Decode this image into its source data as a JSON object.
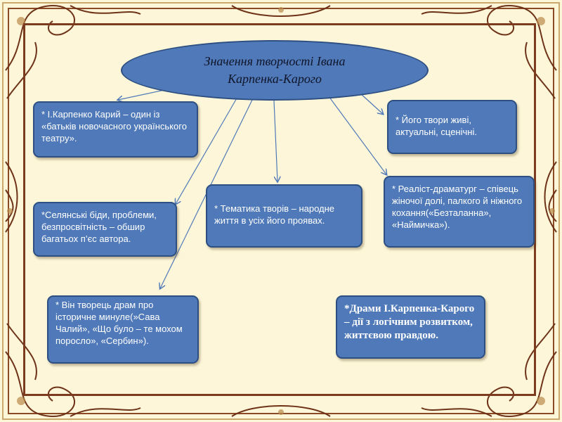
{
  "title": "Значення творчості  Івана Карпенка-Карого",
  "boxes": [
    {
      "id": "fathers",
      "text": "* І.Карпенко Карий –  один із «батьків новочасного українського театру»."
    },
    {
      "id": "alive",
      "text": "* Його твори живі, актуальні, сценічні."
    },
    {
      "id": "peasant",
      "text": "*Селянські біди, проблеми, безпросвітність – обшир багатьох п’єс  автора."
    },
    {
      "id": "themes",
      "text": "* Тематика  творів – народне життя в усіх його проявах."
    },
    {
      "id": "realist",
      "text": "* Реаліст-драматург – співець жіночої долі, палкого й ніжного кохання(«Безталанна», «Наймичка»)."
    },
    {
      "id": "historic",
      "text": "* Він творець драм про історичне минуле(»Сава Чалий», «Що було – те мохом поросло», «Сербин»)."
    },
    {
      "id": "dramas",
      "text": "  *Драми І.Карпенка-Карого – дії з логічним розвитком, життєвою правдою."
    }
  ],
  "colors": {
    "box_fill": "#4f79b8",
    "box_border": "#2d4f82",
    "background": "#fdf6d8",
    "frame": "#7b3b1f"
  }
}
